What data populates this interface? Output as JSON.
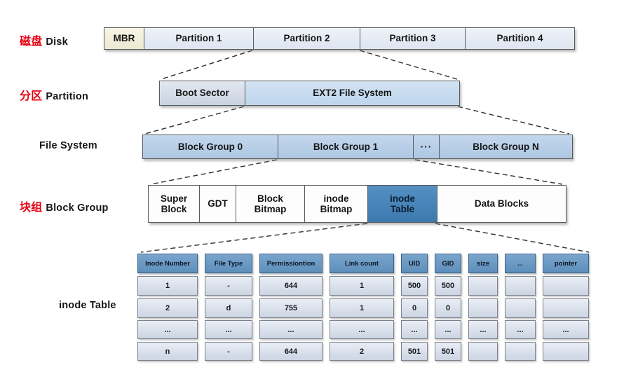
{
  "side_labels": {
    "disk_cn": "磁盘",
    "disk_en": "Disk",
    "partition_cn": "分区",
    "partition_en": "Partition",
    "file_system": "File System",
    "block_group_cn": "块组",
    "block_group_en": "Block Group",
    "inode_table": "inode Table"
  },
  "disk_row": {
    "cells": [
      "MBR",
      "Partition 1",
      "Partition 2",
      "Partition 3",
      "Partition 4"
    ]
  },
  "partition_row": {
    "cells": [
      "Boot Sector",
      "EXT2 File System"
    ]
  },
  "filesystem_row": {
    "cells": [
      "Block Group 0",
      "Block Group 1",
      "···",
      "Block Group N"
    ]
  },
  "blockgroup_row": {
    "cells": [
      "Super Block",
      "GDT",
      "Block Bitmap",
      "inode Bitmap",
      "inode Table",
      "Data Blocks"
    ]
  },
  "inode_table": {
    "headers": [
      "Inode Number",
      "File Type",
      "Permissiontion",
      "Link count",
      "UID",
      "GID",
      "size",
      "...",
      "pointer"
    ],
    "rows": [
      [
        "1",
        "-",
        "644",
        "1",
        "500",
        "500",
        "",
        "",
        ""
      ],
      [
        "2",
        "d",
        "755",
        "1",
        "0",
        "0",
        "",
        "",
        ""
      ],
      [
        "...",
        "...",
        "...",
        "...",
        "...",
        "...",
        "...",
        "...",
        "..."
      ],
      [
        "n",
        "-",
        "644",
        "2",
        "501",
        "501",
        "",
        "",
        ""
      ]
    ]
  },
  "colors": {
    "red_label": "#e60012",
    "header_blue": "#6b9ac4",
    "highlight_blue": "#4585ba",
    "block_group_blue": "#b9d0e8",
    "ext2_blue": "#c9ddf0",
    "mbr_cream": "#f2f0dc"
  }
}
